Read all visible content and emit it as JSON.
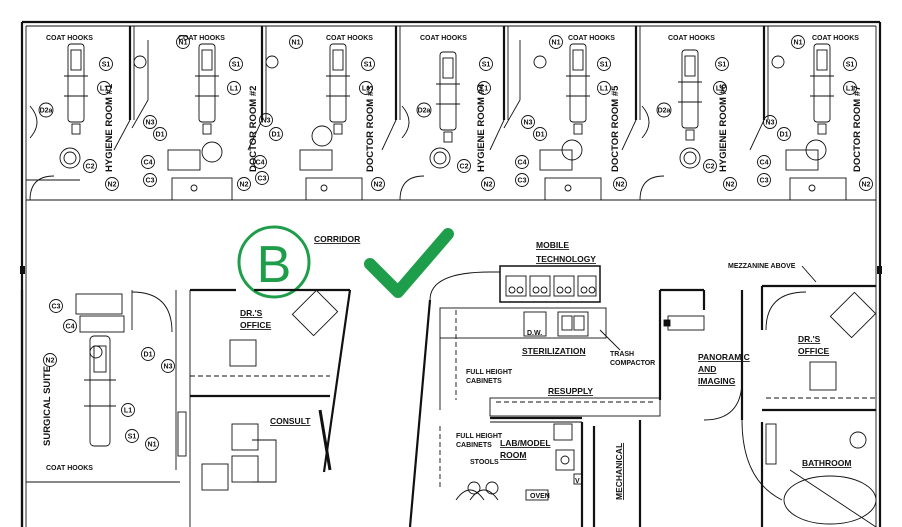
{
  "rooms": [
    {
      "label": "HYGIENE ROOM #1"
    },
    {
      "label": "DOCTOR ROOM #2"
    },
    {
      "label": "DOCTOR ROOM #3"
    },
    {
      "label": "HYGIENE ROOM #4"
    },
    {
      "label": "DOCTOR ROOM #5"
    },
    {
      "label": "HYGIENE ROOM #6"
    },
    {
      "label": "DOCTOR ROOM #7"
    }
  ],
  "labels": {
    "coat_hooks": "COAT HOOKS",
    "corridor": "CORRIDOR",
    "mobile_technology": [
      "MOBILE",
      "TECHNOLOGY"
    ],
    "mezzanine": "MEZZANINE ABOVE",
    "drs_office": [
      "DR.'S",
      "OFFICE"
    ],
    "dw": "D.W.",
    "sterilization": "STERILIZATION",
    "trash_compactor": [
      "TRASH",
      "COMPACTOR"
    ],
    "full_height_cabinets": [
      "FULL HEIGHT",
      "CABINETS"
    ],
    "panoramic": [
      "PANORAMIC",
      "AND",
      "IMAGING"
    ],
    "resupply": "RESUPPLY",
    "surgical_suite": "SURGICAL SUITE",
    "consult": "CONSULT",
    "lab_model": [
      "LAB/MODEL",
      "ROOM"
    ],
    "stools": "STOOLS",
    "mechanical": "MECHANICAL",
    "bathroom": "BATHROOM",
    "oven": "OVEN",
    "v": "V"
  },
  "tags": [
    "S1",
    "L1",
    "N1",
    "N2",
    "N3",
    "C2",
    "C3",
    "C4",
    "D1",
    "D2a"
  ],
  "marker": {
    "letter": "B",
    "color": "#1e9e4a"
  },
  "checkmark": {
    "icon": "checkmark-icon",
    "color": "#1e9e4a"
  }
}
